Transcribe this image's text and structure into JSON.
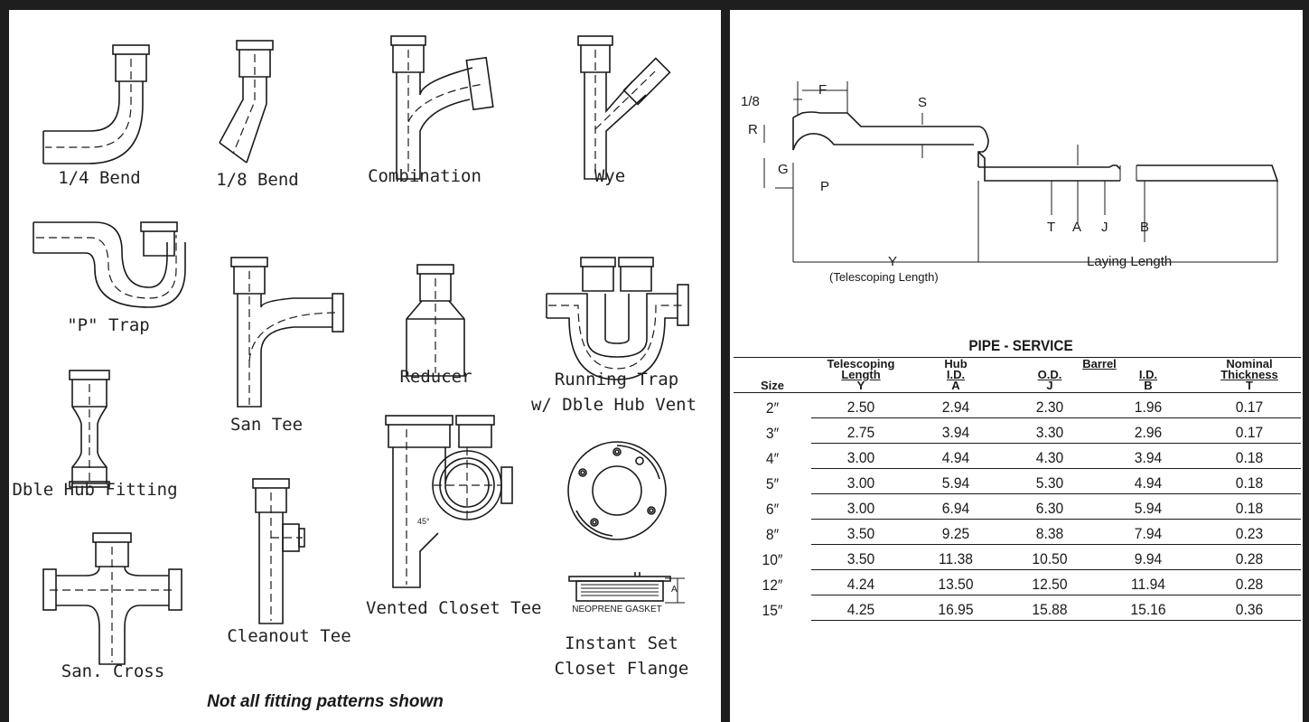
{
  "fittings": [
    {
      "id": "quarter_bend",
      "label": "1/4 Bend"
    },
    {
      "id": "eighth_bend",
      "label": "1/8 Bend"
    },
    {
      "id": "combination",
      "label": "Combination"
    },
    {
      "id": "wye",
      "label": "Wye"
    },
    {
      "id": "p_trap",
      "label": "\"P\" Trap"
    },
    {
      "id": "san_tee",
      "label": "San Tee"
    },
    {
      "id": "reducer",
      "label": "Reducer"
    },
    {
      "id": "running_trap",
      "label_line1": "Running Trap",
      "label_line2": "w/ Dble Hub Vent"
    },
    {
      "id": "dble_hub",
      "label": "Dble Hub Fitting"
    },
    {
      "id": "cleanout_tee",
      "label": "Cleanout Tee"
    },
    {
      "id": "vented_closet_tee",
      "label": "Vented Closet Tee",
      "angle_label": "45°"
    },
    {
      "id": "closet_flange",
      "label_line1": "Instant Set",
      "label_line2": "Closet Flange",
      "gasket_label": "NEOPRENE GASKET",
      "dim_label": "A"
    },
    {
      "id": "san_cross",
      "label": "San. Cross"
    }
  ],
  "note": "Not all fitting patterns shown",
  "diagram": {
    "labels": {
      "eighth": "1/8",
      "F": "F",
      "S": "S",
      "R": "R",
      "G": "G",
      "P": "P",
      "T": "T",
      "A": "A",
      "J": "J",
      "B": "B",
      "Y": "Y",
      "telescoping": "(Telescoping Length)",
      "laying": "Laying Length"
    }
  },
  "table": {
    "title": "PIPE - SERVICE",
    "header_row1": [
      "",
      "Telescoping",
      "Hub",
      "Barrel",
      "Nominal"
    ],
    "header_row2": [
      "",
      "Length",
      "I.D.",
      "O.D.",
      "I.D.",
      "Thickness"
    ],
    "header_row3": [
      "Size",
      "Y",
      "A",
      "J",
      "B",
      "T"
    ],
    "rows": [
      [
        "2″",
        "2.50",
        "2.94",
        "2.30",
        "1.96",
        "0.17"
      ],
      [
        "3″",
        "2.75",
        "3.94",
        "3.30",
        "2.96",
        "0.17"
      ],
      [
        "4″",
        "3.00",
        "4.94",
        "4.30",
        "3.94",
        "0.18"
      ],
      [
        "5″",
        "3.00",
        "5.94",
        "5.30",
        "4.94",
        "0.18"
      ],
      [
        "6″",
        "3.00",
        "6.94",
        "6.30",
        "5.94",
        "0.18"
      ],
      [
        "8″",
        "3.50",
        "9.25",
        "8.38",
        "7.94",
        "0.23"
      ],
      [
        "10″",
        "3.50",
        "11.38",
        "10.50",
        "9.94",
        "0.28"
      ],
      [
        "12″",
        "4.24",
        "13.50",
        "12.50",
        "11.94",
        "0.28"
      ],
      [
        "15″",
        "4.25",
        "16.95",
        "15.88",
        "15.16",
        "0.36"
      ]
    ]
  }
}
